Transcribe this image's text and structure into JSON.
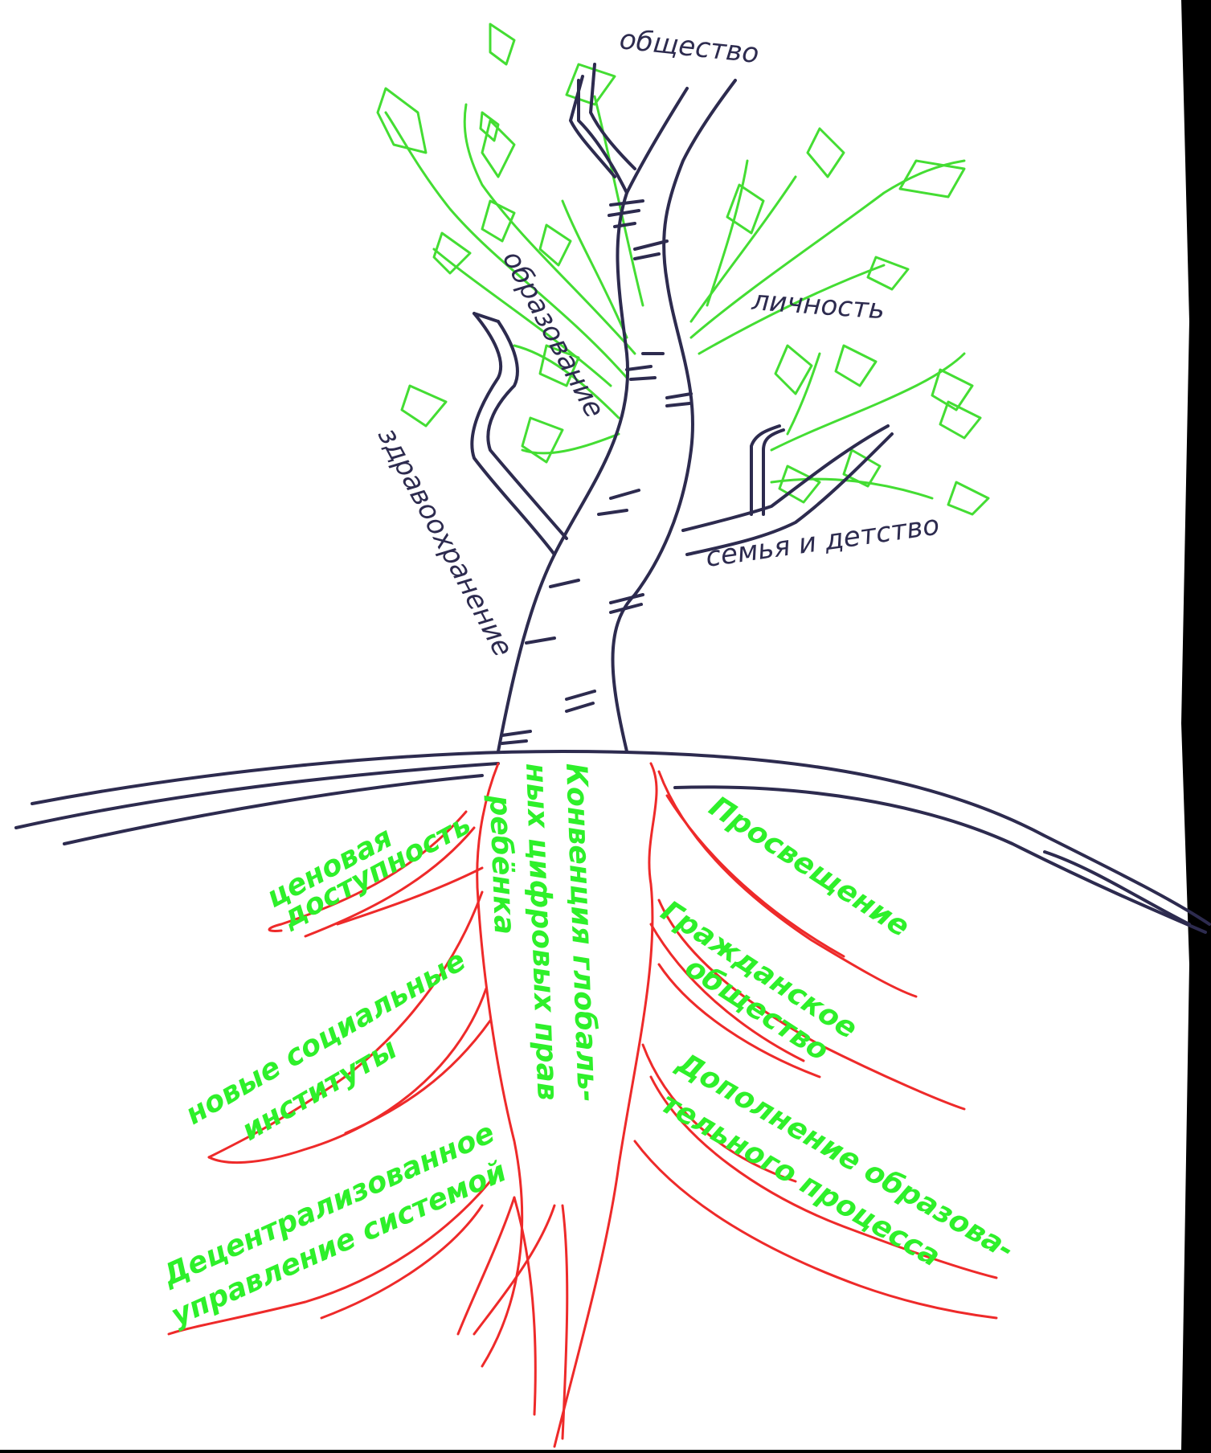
{
  "colors": {
    "background_frame": "#000000",
    "paper": "#ffffff",
    "ink": "#2d2b4f",
    "leaves": "#44dd33",
    "roots": "#ee2a2a",
    "root_text": "#2ef02a"
  },
  "branches": {
    "top": "общество",
    "upper_left": "образование",
    "upper_right": "личность",
    "left": "здравоохранение",
    "right": "семья и детство"
  },
  "trunk_root": {
    "line1": "Конвенция глобаль-",
    "line2": "ных цифровых прав",
    "line3": "ребёнка"
  },
  "roots_left": {
    "r1_line1": "ценовая",
    "r1_line2": "доступность",
    "r2_line1": "новые социальные",
    "r2_line2": "институты",
    "r3_line1": "Децентрализованное",
    "r3_line2": "управление системой"
  },
  "roots_right": {
    "r1": "Просвещение",
    "r2_line1": "Гражданское",
    "r2_line2": "общество",
    "r3_line1": "Дополнение образова-",
    "r3_line2": "тельного процесса"
  }
}
